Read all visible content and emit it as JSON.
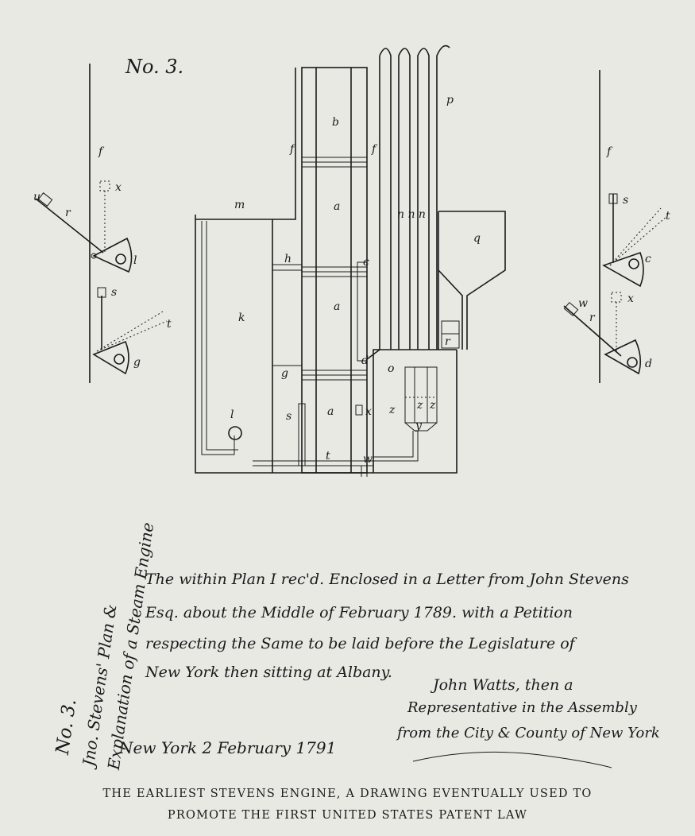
{
  "plate_number": "No. 3.",
  "labels": {
    "f1": "f",
    "f2": "f",
    "f3": "f",
    "f4": "f",
    "b": "b",
    "p": "p",
    "m": "m",
    "q": "q",
    "a1": "a",
    "a2": "a",
    "a3": "a",
    "h": "h",
    "c": "c",
    "k": "k",
    "r": "r",
    "d": "d",
    "o": "o",
    "g": "g",
    "s": "s",
    "x": "x",
    "z1": "z",
    "z2": "z",
    "z3": "z",
    "y": "y",
    "l": "l",
    "t": "t",
    "w": "w",
    "n": "n n n",
    "left_s": "s",
    "left_t": "t",
    "left_g": "g",
    "left_l": "l",
    "left_x": "x",
    "left_r": "r",
    "left_u": "u",
    "right_s": "s",
    "right_t": "t",
    "right_c": "c",
    "right_x": "x",
    "right_d": "d",
    "right_r": "r",
    "right_w": "w"
  },
  "endorsement": {
    "line1": "No. 3.",
    "line2": "Jno. Stevens' Plan &",
    "line3": "Explanation of a Steam Engine"
  },
  "note": {
    "line1": "The within Plan I rec'd. Enclosed in a Letter from John Stevens",
    "line2": "Esq. about the Middle of February 1789. with a Petition",
    "line3": "respecting the Same to be laid before the Legislature of",
    "line4": "New York then sitting at Albany.",
    "sig1": "John Watts, then a",
    "sig2": "Representative in the Assembly",
    "sig3": "from the City & County of New York"
  },
  "date_note": "New York 2 February 1791",
  "caption": {
    "line1": "THE EARLIEST STEVENS ENGINE, A DRAWING EVENTUALLY USED TO",
    "line2": "PROMOTE THE FIRST UNITED STATES PATENT LAW"
  }
}
